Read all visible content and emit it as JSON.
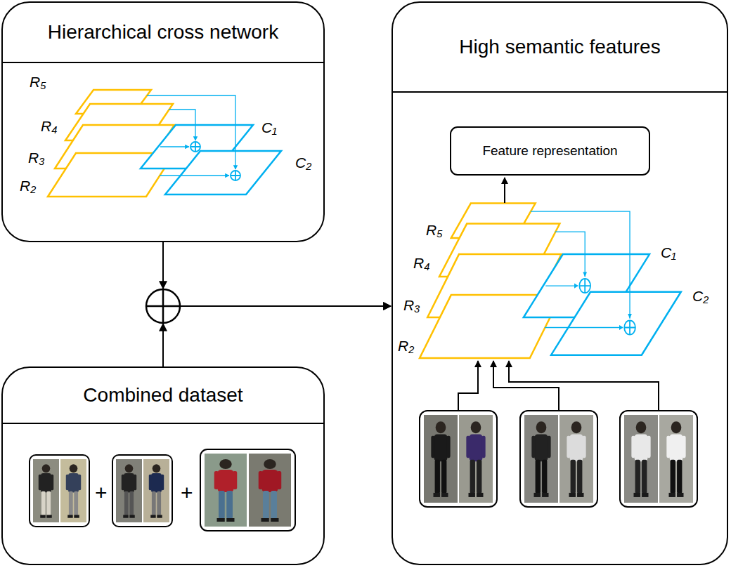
{
  "diagram": {
    "nodes": [
      {
        "text": [
          "Hierarchical cross network"
        ]
      },
      {
        "text": [
          "Combined dataset"
        ]
      },
      {
        "text": [
          "High semantic features"
        ]
      },
      {
        "text": [
          "Feature representation"
        ],
        "in": 2
      }
    ],
    "edges": [
      {
        "from": 0,
        "to": 2,
        "arrow": "to"
      },
      {
        "from": 1,
        "to": 2,
        "arrow": "to"
      }
    ],
    "labels": [
      "R₅",
      "R₄",
      "R₃",
      "R₂",
      "C₁",
      "C₂",
      "+",
      "+",
      "R₅",
      "R₄",
      "R₃",
      "R₂",
      "C₁",
      "C₂"
    ]
  }
}
